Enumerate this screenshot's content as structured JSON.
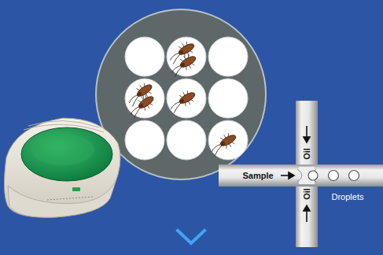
{
  "diagram": {
    "labels": [
      "Oil",
      "Sample",
      "Droplets",
      "Oil"
    ]
  }
}
